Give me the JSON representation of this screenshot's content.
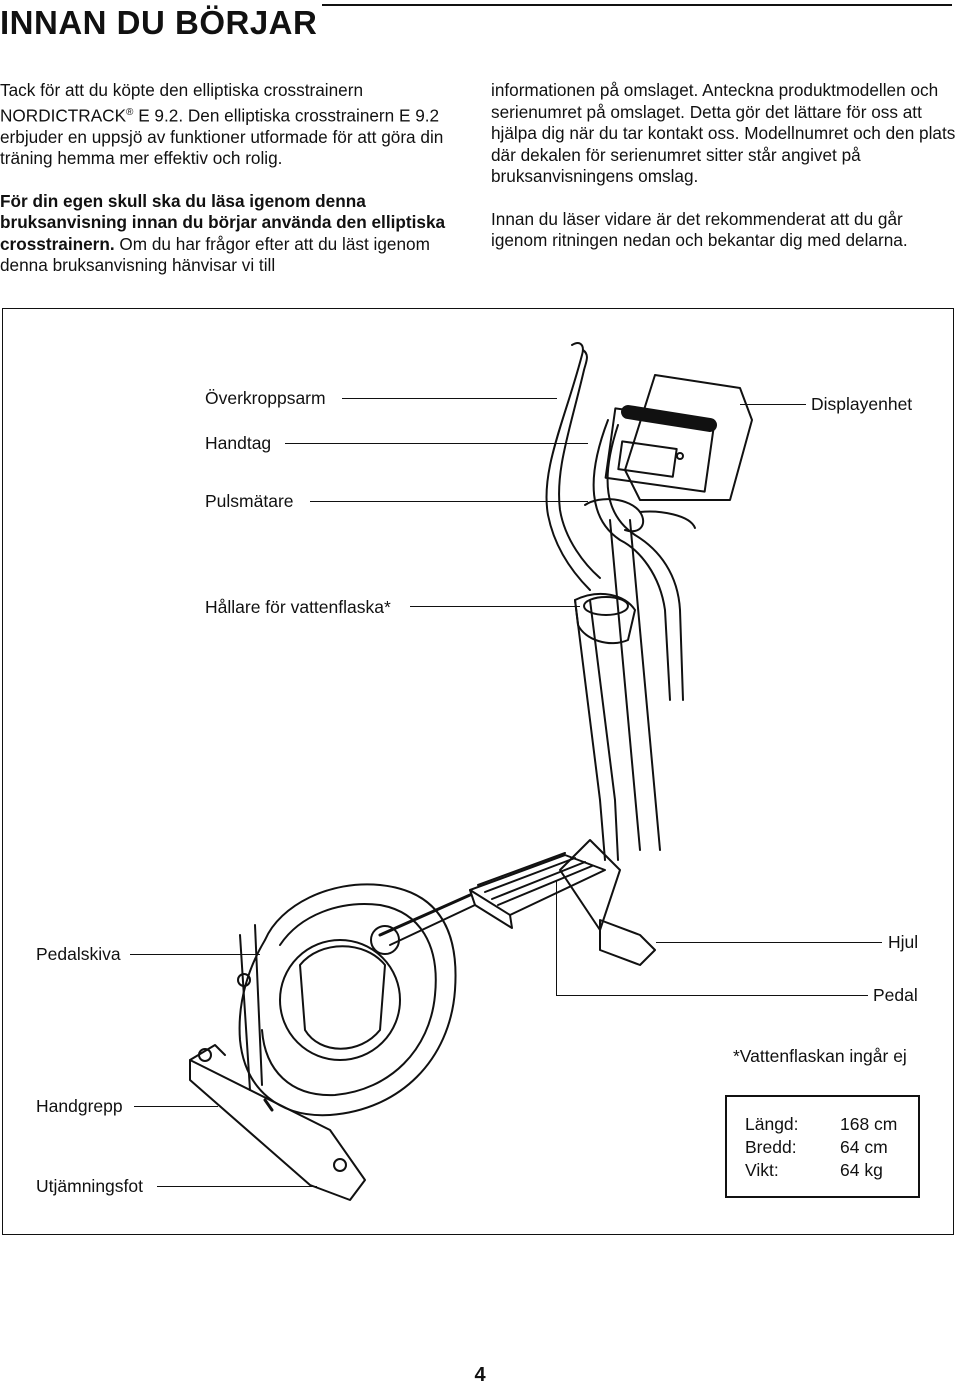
{
  "heading": "INNAN DU BÖRJAR",
  "intro": {
    "p1_a": "Tack för att du köpte den elliptiska crosstrainern NORDICTRACK",
    "p1_sup": "®",
    "p1_b": " E 9.2. Den elliptiska crosstrainern E 9.2 erbjuder en uppsjö av funktioner utformade för att göra din träning hemma mer effektiv och rolig.",
    "p2_bold": "För din egen skull ska du läsa igenom denna bruksanvisning innan du börjar använda den elliptiska crosstrainern.",
    "p2_rest": " Om du har frågor efter att du läst igenom denna bruksanvisning hänvisar vi till",
    "p3": "informationen på omslaget. Anteckna produktmodellen och serienumret på omslaget. Detta gör det lättare för oss att hjälpa dig när du tar kontakt oss. Modellnumret och den plats där dekalen för serienumret sitter står angivet på bruksanvisningens omslag.",
    "p4": "Innan du läser vidare är det rekommenderat att du går igenom ritningen nedan och bekantar dig med delarna."
  },
  "labels": {
    "upper_arm": "Överkroppsarm",
    "handle": "Handtag",
    "pulse": "Pulsmätare",
    "bottle_holder": "Hållare för vattenflaska*",
    "crank_disc": "Pedalskiva",
    "handgrip": "Handgrepp",
    "leveler": "Utjämningsfot",
    "display": "Displayenhet",
    "wheel": "Hjul",
    "pedal": "Pedal",
    "bottle_note": "*Vattenflaskan ingår ej"
  },
  "specs": [
    {
      "label": "Längd:",
      "value": "168 cm"
    },
    {
      "label": "Bredd:",
      "value": "64 cm"
    },
    {
      "label": "Vikt:",
      "value": "64 kg"
    }
  ],
  "page_number": "4"
}
